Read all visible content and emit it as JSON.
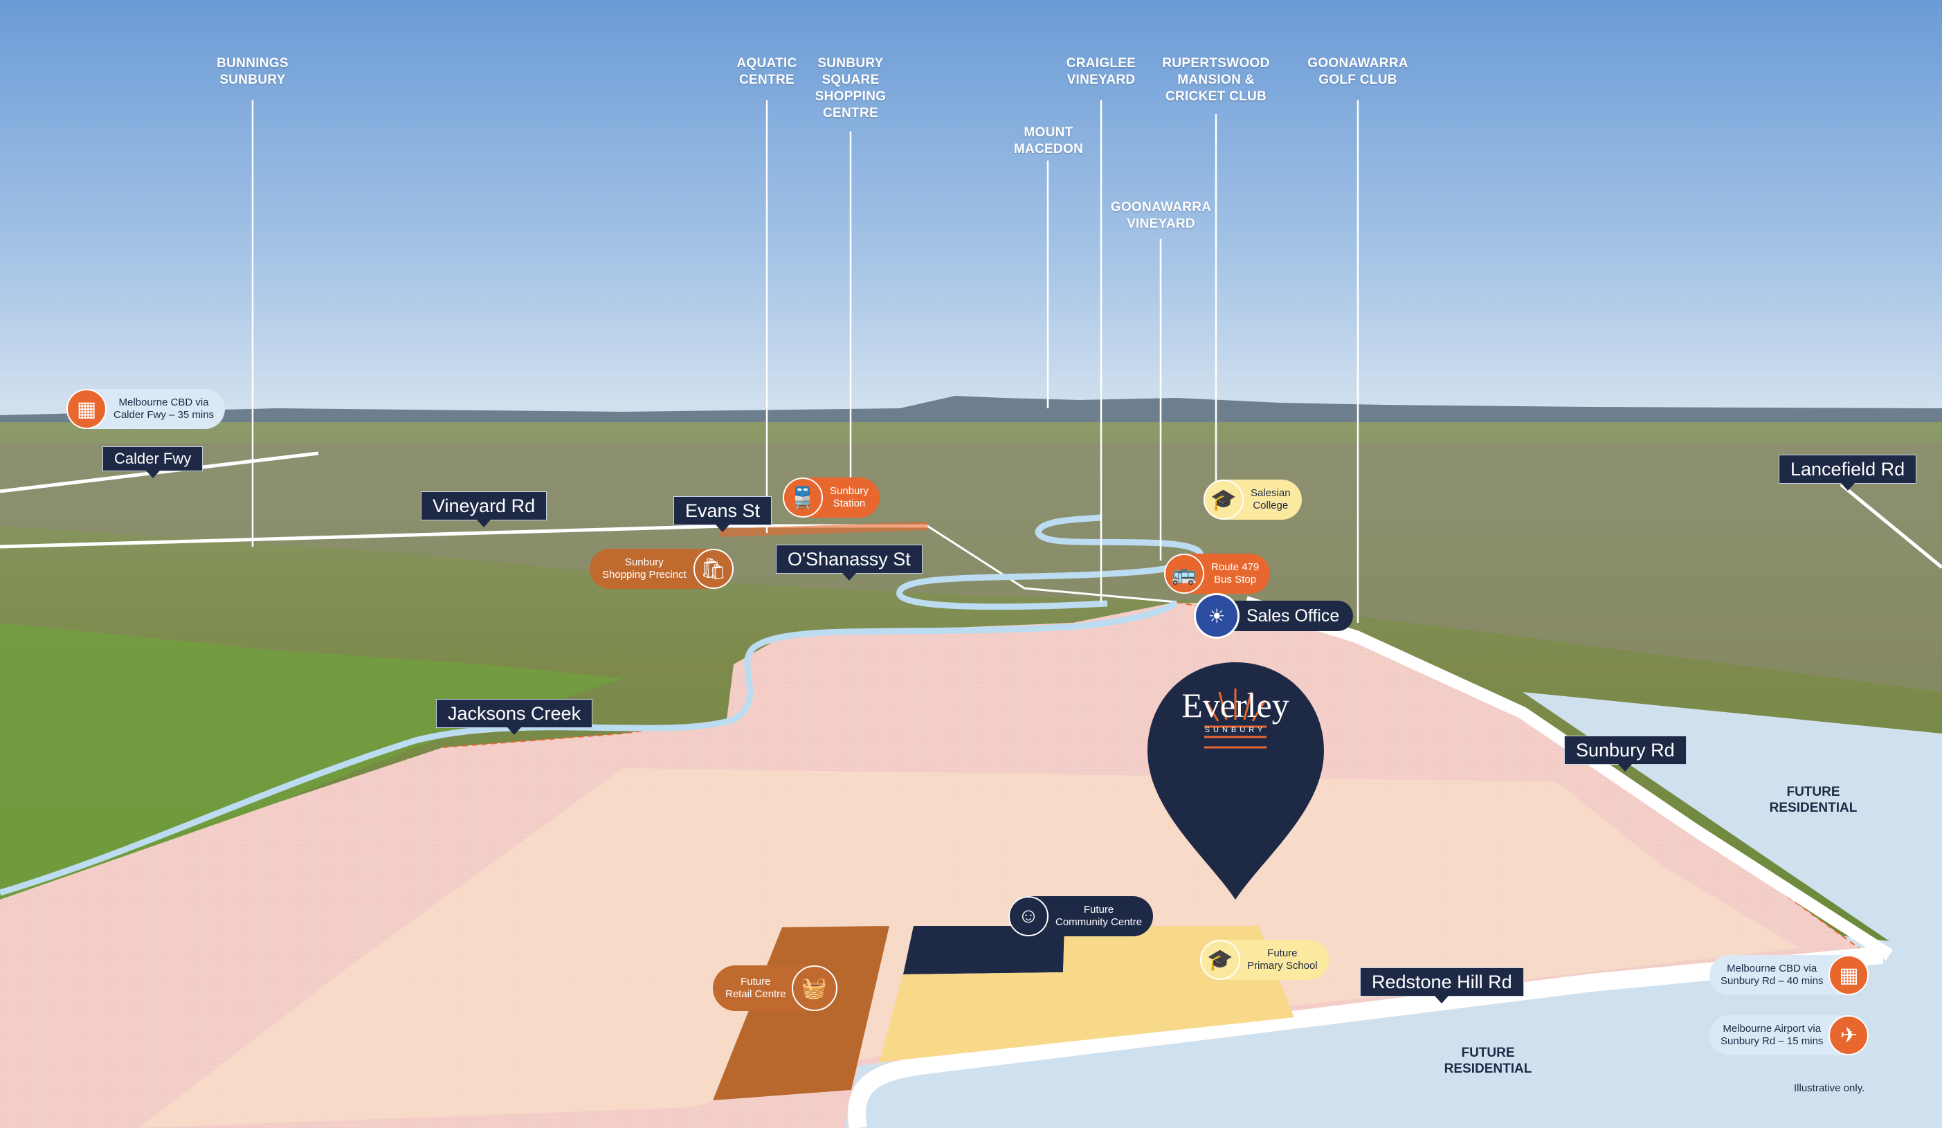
{
  "map": {
    "poi_labels": [
      {
        "id": "bunnings",
        "text": "BUNNINGS\nSUNBURY"
      },
      {
        "id": "aquatic",
        "text": "AQUATIC\nCENTRE"
      },
      {
        "id": "sunbury-square",
        "text": "SUNBURY\nSQUARE\nSHOPPING\nCENTRE"
      },
      {
        "id": "mount-macedon",
        "text": "MOUNT\nMACEDON"
      },
      {
        "id": "craiglee",
        "text": "CRAIGLEE\nVINEYARD"
      },
      {
        "id": "goonawarra-vineyard",
        "text": "GOONAWARRA\nVINEYARD"
      },
      {
        "id": "rupertswood",
        "text": "RUPERTSWOOD\nMANSION &\nCRICKET CLUB"
      },
      {
        "id": "goonawarra-golf",
        "text": "GOONAWARRA\nGOLF CLUB"
      }
    ],
    "roads": {
      "calder": "Calder Fwy",
      "vineyard": "Vineyard Rd",
      "evans": "Evans St",
      "oshanassy": "O'Shanassy St",
      "jacksons": "Jacksons Creek",
      "lancefield": "Lancefield Rd",
      "sunbury_rd": "Sunbury Rd",
      "redstone": "Redstone Hill Rd"
    },
    "pills": {
      "cbd_calder": "Melbourne CBD via\nCalder Fwy – 35 mins",
      "station": "Sunbury\nStation",
      "shopping": "Sunbury\nShopping Precinct",
      "salesian": "Salesian\nCollege",
      "bus": "Route 479\nBus Stop",
      "community": "Future\nCommunity Centre",
      "school": "Future\nPrimary School",
      "retail": "Future\nRetail Centre",
      "cbd_sunbury": "Melbourne CBD via\nSunbury Rd – 40 mins",
      "airport": "Melbourne Airport via\nSunbury Rd – 15 mins"
    },
    "sales_office": "Sales Office",
    "brand": {
      "name": "Everley",
      "sub": "SUNBURY"
    },
    "future_residential": "FUTURE\nRESIDENTIAL",
    "note": "Illustrative only.",
    "icons": {
      "city": "city-building-icon",
      "train": "train-icon",
      "shop": "shopping-bag-icon",
      "school": "graduation-cap-icon",
      "bus": "bus-icon",
      "community": "people-group-icon",
      "retail": "grocery-basket-icon",
      "airport": "airplane-icon",
      "sales": "sunrise-icon"
    },
    "colors": {
      "navy": "#1e2945",
      "orange": "#e8672f",
      "brown": "#c06a30",
      "site_pink": "#f4cfc9",
      "school_yellow": "#f8d98a",
      "future_blue": "#cfe0ee",
      "creek": "#bcdcf2"
    }
  }
}
